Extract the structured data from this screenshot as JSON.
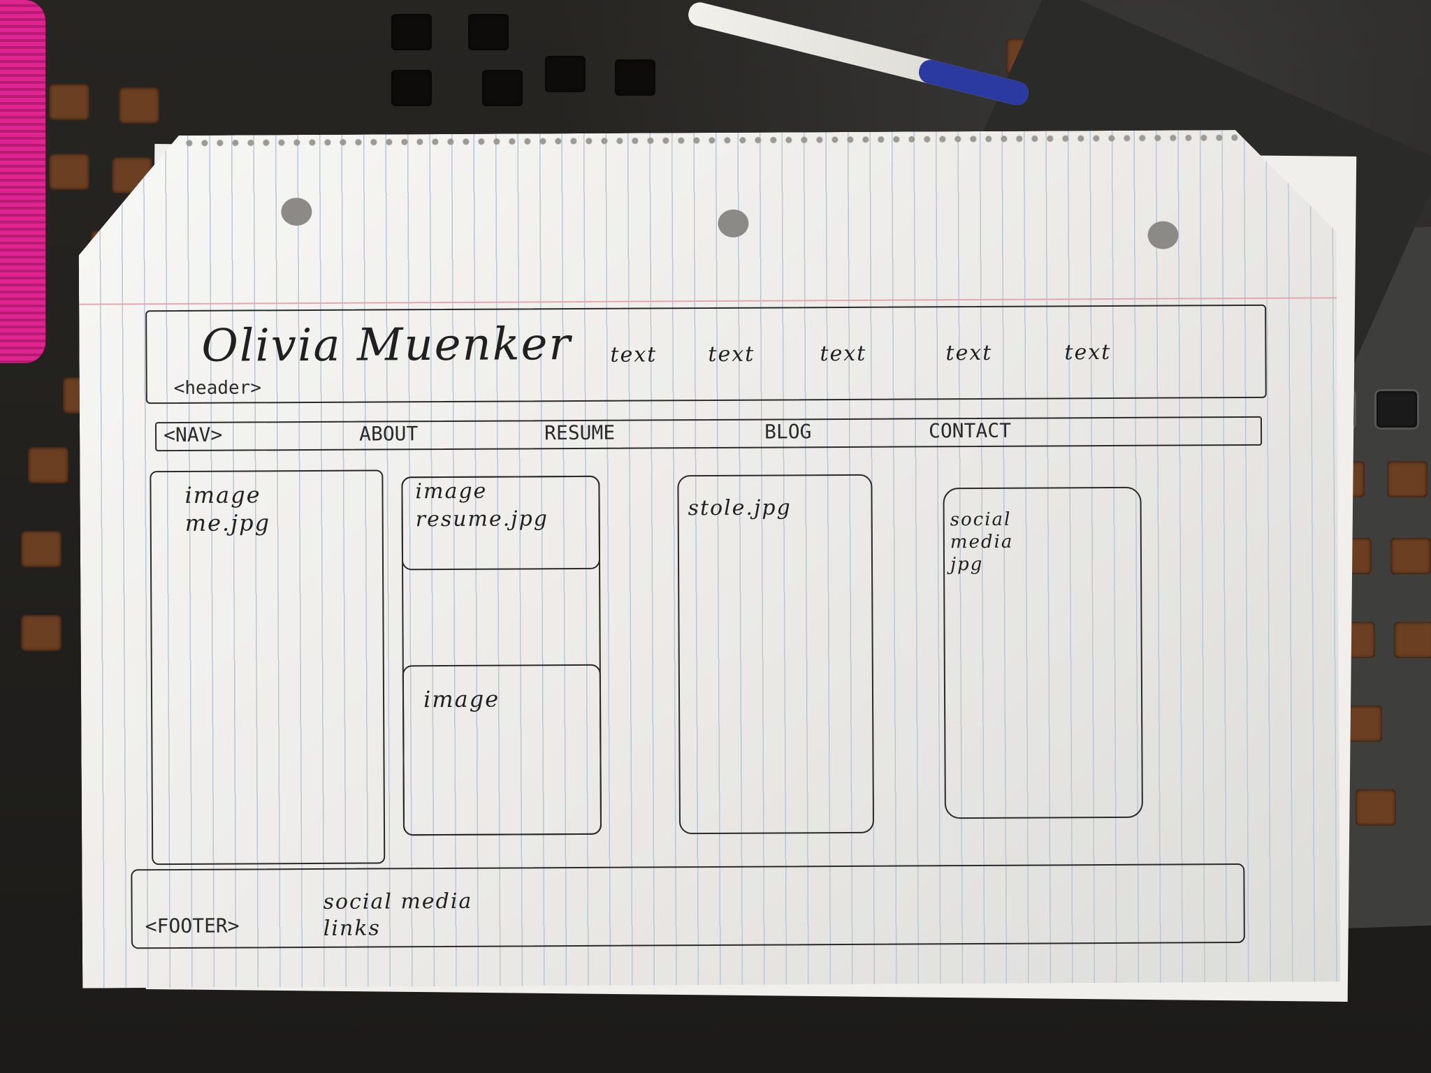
{
  "header": {
    "title": "Olivia Muenker",
    "links": [
      "text",
      "text",
      "text",
      "text",
      "text"
    ],
    "tag": "<header>"
  },
  "nav": {
    "tag": "<NAV>",
    "items": [
      "ABOUT",
      "RESUME",
      "BLOG",
      "CONTACT"
    ]
  },
  "columns": {
    "col1": "image me.jpg",
    "col2_top": "image resume.jpg",
    "col2_bottom": "image",
    "col3": "stole.jpg",
    "col4": "social media jpg"
  },
  "footer": {
    "tag": "<FOOTER>",
    "text": "social media links"
  }
}
